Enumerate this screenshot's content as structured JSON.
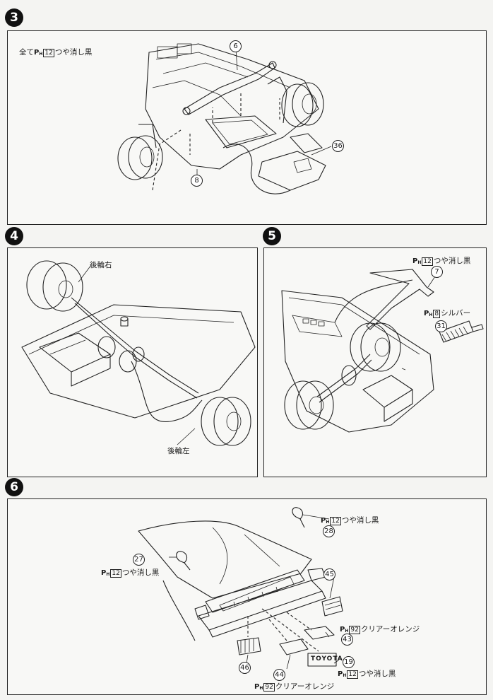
{
  "steps": [
    {
      "number": "3",
      "paint_note": {
        "prefix": "全て",
        "code": "12",
        "text": "つや消し黒"
      },
      "parts": [
        "6",
        "8",
        "36"
      ]
    },
    {
      "number": "4",
      "labels": [
        "後輪右",
        "後輪左"
      ]
    },
    {
      "number": "5",
      "paint_notes": [
        {
          "code": "12",
          "text": "つや消し黒"
        },
        {
          "code": "8",
          "text": "シルバー"
        }
      ],
      "parts": [
        "7",
        "31"
      ]
    },
    {
      "number": "6",
      "paint_notes": [
        {
          "code": "12",
          "text": "つや消し黒"
        },
        {
          "code": "12",
          "text": "つや消し黒"
        },
        {
          "code": "92",
          "text": "クリアーオレンジ"
        },
        {
          "code": "12",
          "text": "つや消し黒"
        },
        {
          "code": "92",
          "text": "クリアーオレンジ"
        }
      ],
      "parts": [
        "28",
        "27",
        "45",
        "43",
        "19",
        "46",
        "44"
      ],
      "emblem_text": "TOYOTA"
    }
  ],
  "paint_prefix_letter": "P",
  "paint_prefix_sub": "H"
}
